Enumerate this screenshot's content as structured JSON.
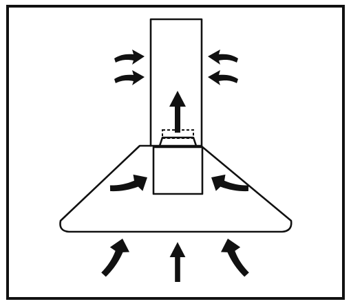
{
  "diagram": {
    "subject": "chimney-cooker-hood-airflow",
    "mode": "extraction-ducted",
    "stroke_color": "#111111",
    "background_color": "#ffffff",
    "elements": {
      "frame": "outer-border",
      "chimney": "vertical-duct",
      "motor": "fan-motor-housing",
      "filter": "outlet-dashed-filter",
      "canopy": "trapezoid-hood"
    },
    "arrows": {
      "intake": [
        "left-curved-up",
        "center-straight-up",
        "right-curved-up"
      ],
      "inner": [
        "left-curving-inward",
        "right-curving-inward"
      ],
      "exhaust_vertical": [
        "center-up-through-duct"
      ],
      "exhaust_side": [
        "upper-left",
        "lower-left",
        "upper-right",
        "lower-right"
      ]
    }
  }
}
